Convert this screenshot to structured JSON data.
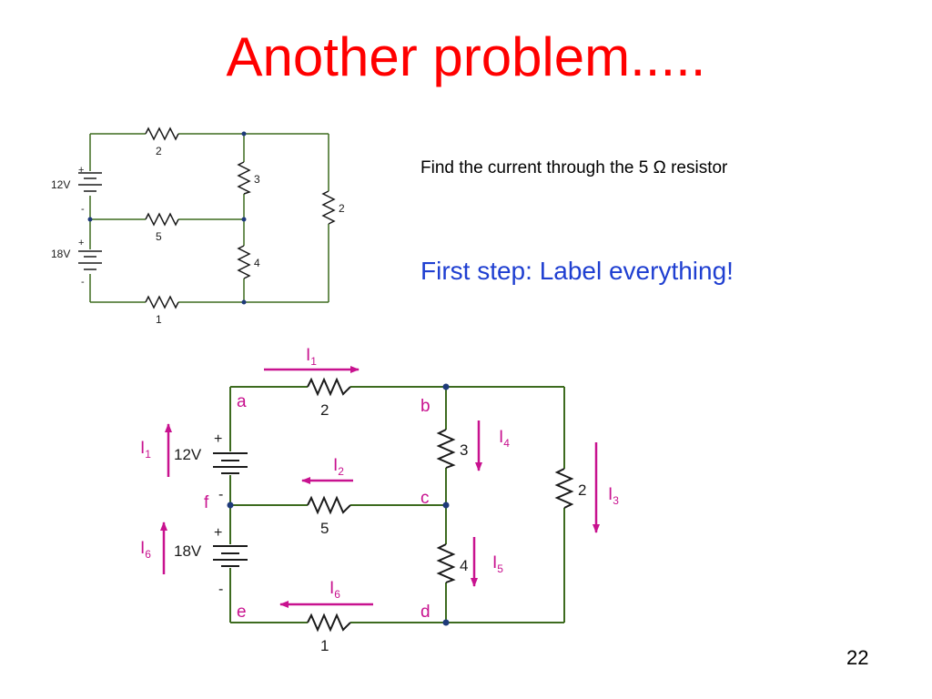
{
  "slide": {
    "title": "Another problem.....",
    "problem_text": "Find the current through the 5 Ω resistor",
    "step_text": "First step:  Label everything!",
    "page_number": "22"
  },
  "colors": {
    "title": "#ff0000",
    "step": "#1f3fd1",
    "wire": "#3d6b1f",
    "arrow": "#c8128f",
    "node": "#1e3a7a"
  },
  "small_circuit": {
    "sources": [
      {
        "label": "12V",
        "plus": "+",
        "minus": "-"
      },
      {
        "label": "18V",
        "plus": "+",
        "minus": "-"
      }
    ],
    "resistors": [
      "2",
      "5",
      "1",
      "3",
      "4",
      "2"
    ]
  },
  "large_circuit": {
    "sources": [
      {
        "label": "12V",
        "plus": "+",
        "minus": "-"
      },
      {
        "label": "18V",
        "plus": "+",
        "minus": "-"
      }
    ],
    "resistors": [
      "2",
      "5",
      "1",
      "3",
      "4",
      "2"
    ],
    "nodes": [
      "a",
      "b",
      "c",
      "d",
      "e",
      "f"
    ],
    "currents": [
      {
        "main": "I",
        "sub": "1"
      },
      {
        "main": "I",
        "sub": "1"
      },
      {
        "main": "I",
        "sub": "2"
      },
      {
        "main": "I",
        "sub": "6"
      },
      {
        "main": "I",
        "sub": "6"
      },
      {
        "main": "I",
        "sub": "4"
      },
      {
        "main": "I",
        "sub": "5"
      },
      {
        "main": "I",
        "sub": "3"
      }
    ]
  }
}
